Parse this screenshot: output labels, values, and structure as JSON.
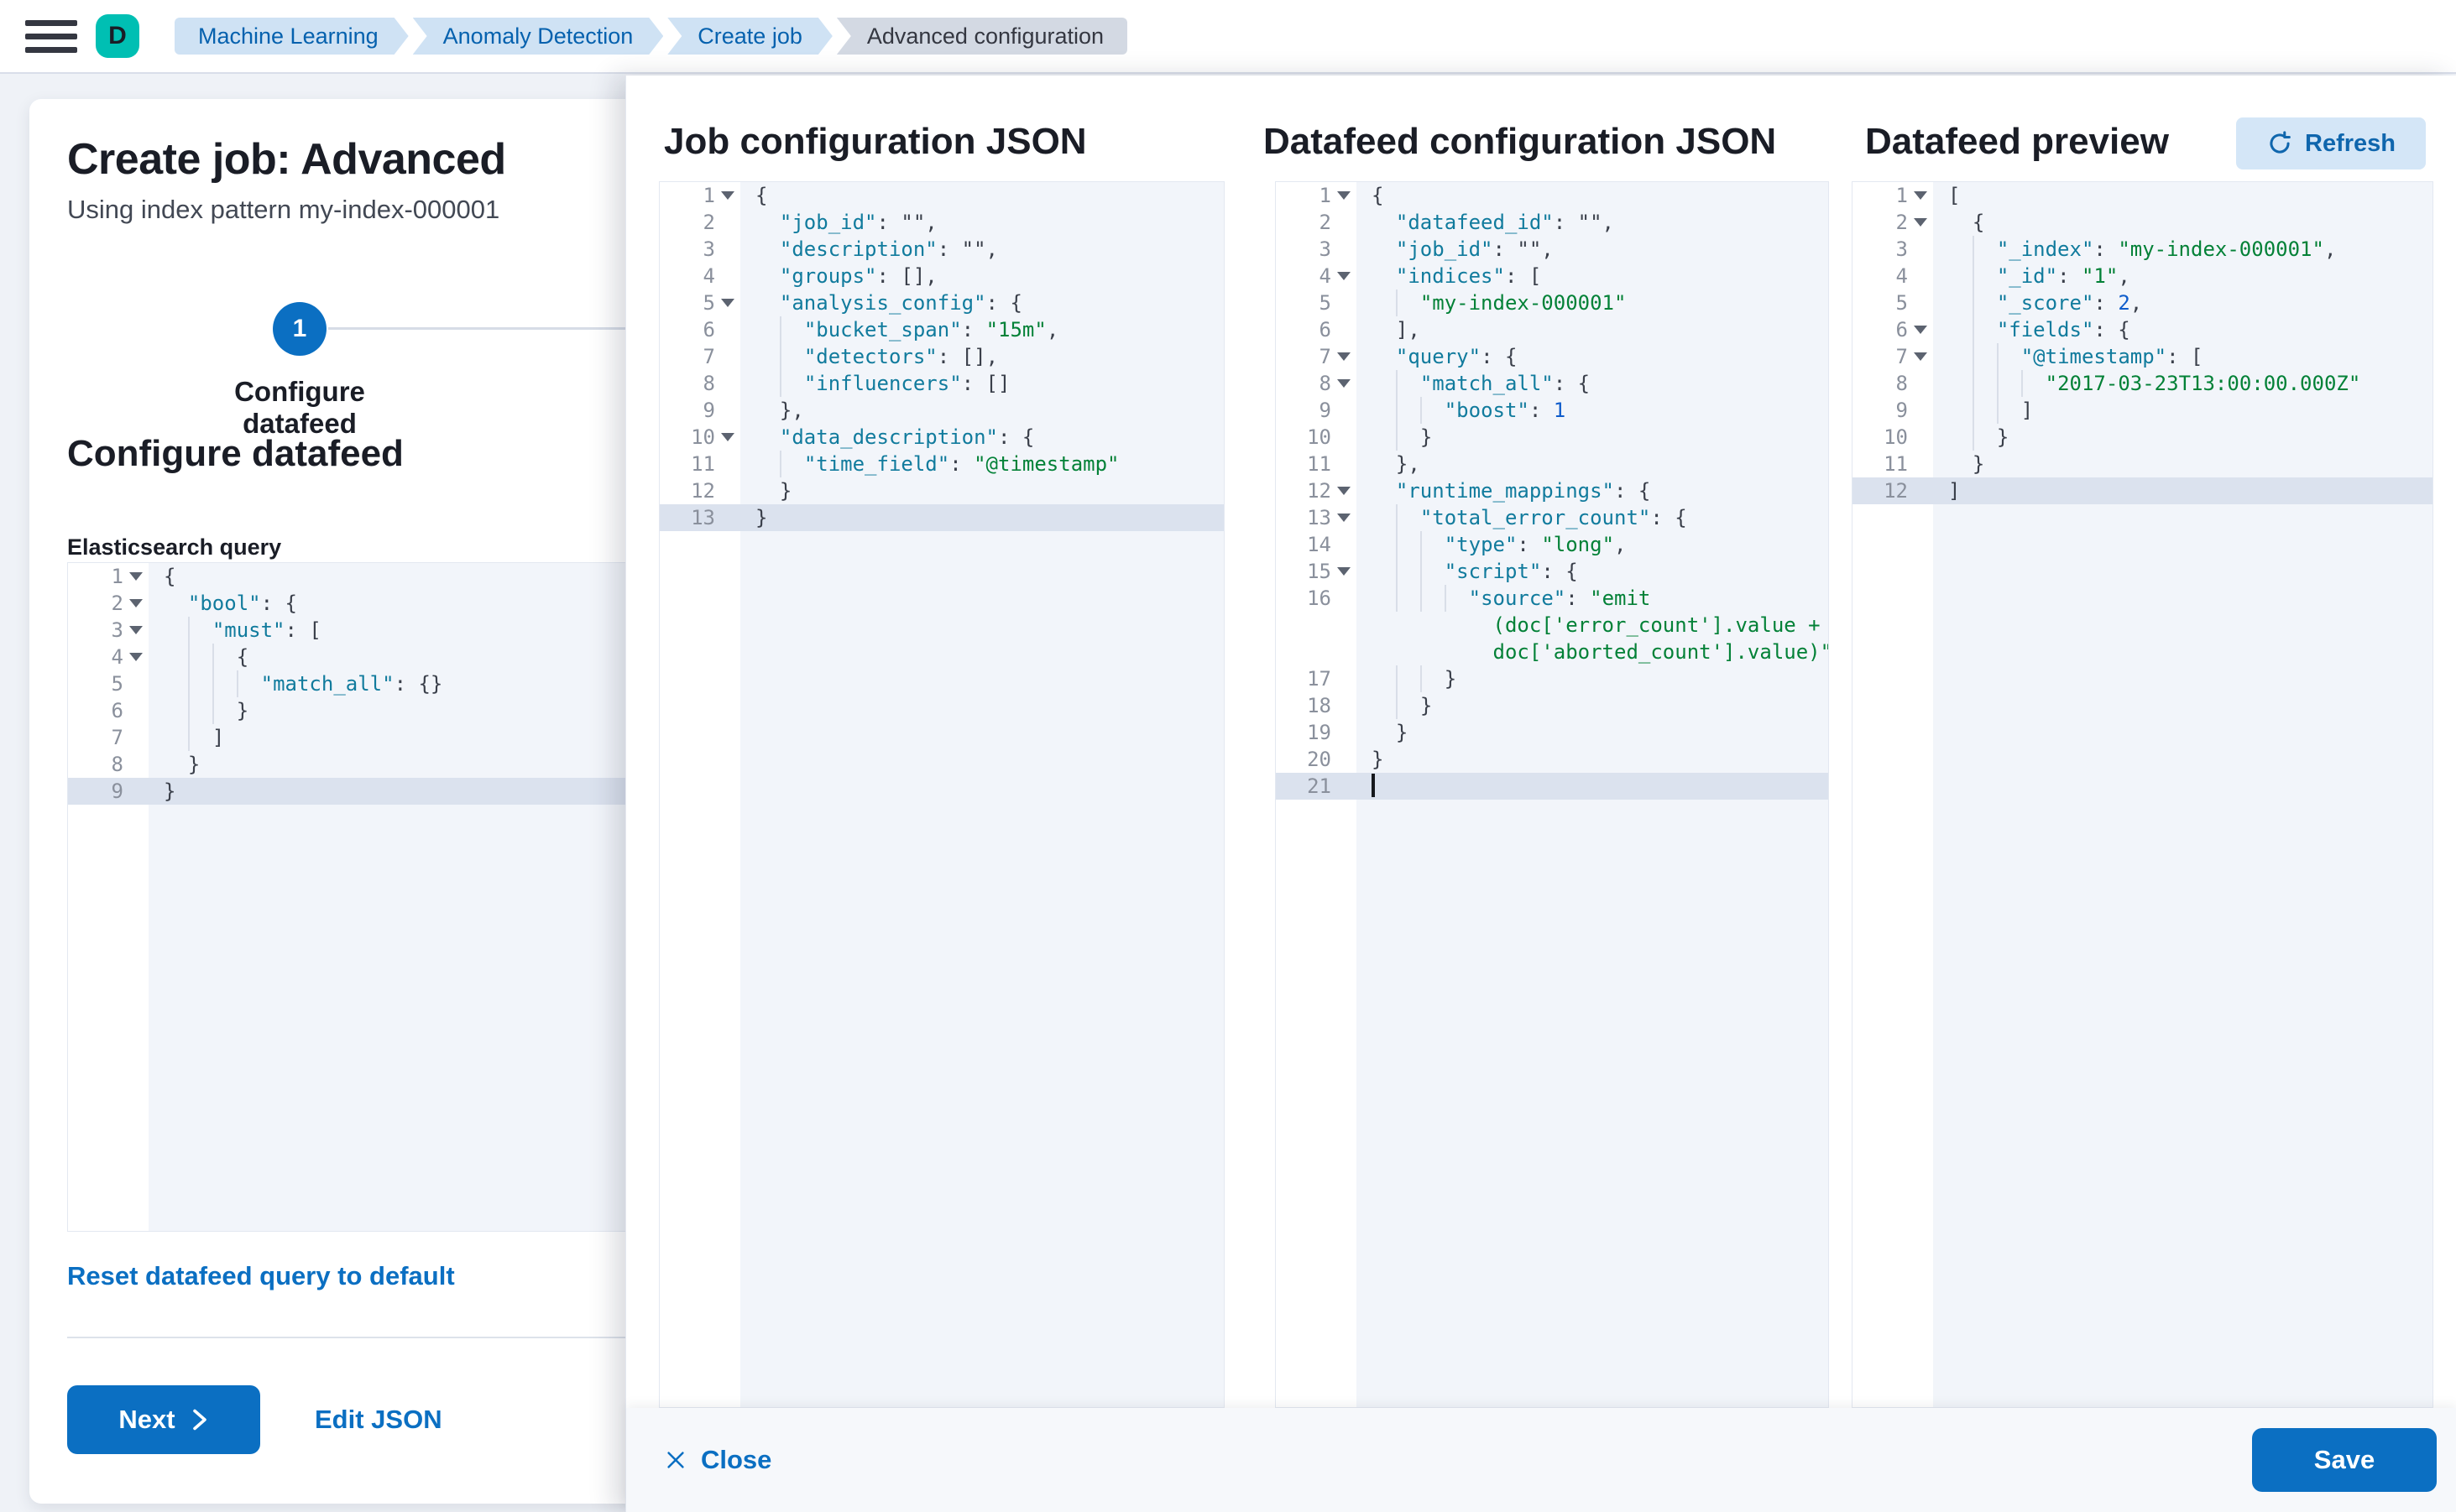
{
  "header": {
    "avatar_initial": "D",
    "breadcrumbs": [
      {
        "label": "Machine Learning"
      },
      {
        "label": "Anomaly Detection"
      },
      {
        "label": "Create job"
      },
      {
        "label": "Advanced configuration"
      }
    ]
  },
  "wizard": {
    "title": "Create job: Advanced",
    "subtitle": "Using index pattern my-index-000001",
    "step_number": "1",
    "step_label": "Configure datafeed",
    "section_heading": "Configure datafeed",
    "query_label": "Elasticsearch query",
    "reset_link": "Reset datafeed query to default",
    "next_label": "Next",
    "edit_json_label": "Edit JSON"
  },
  "flyout": {
    "close_label": "Close",
    "save_label": "Save",
    "refresh_label": "Refresh"
  },
  "colors": {
    "primary": "#0b6fc2",
    "avatar_teal": "#00bfb3",
    "breadcrumb_blue_bg": "#cfe2f4",
    "breadcrumb_blue_text": "#0561ae",
    "breadcrumb_current_bg": "#d3d9e3",
    "code_background": "#f2f5fa",
    "active_line": "#dbe2ee",
    "json_key": "#117b9d",
    "json_string": "#038137",
    "json_number": "#0f5ccb"
  },
  "editors": {
    "es_query": {
      "rows": [
        {
          "n": 1,
          "fold": true,
          "pad": 0,
          "g": 0,
          "t": [
            [
              "p",
              "{"
            ]
          ]
        },
        {
          "n": 2,
          "fold": true,
          "pad": 2,
          "g": 0,
          "t": [
            [
              "k",
              "\"bool\""
            ],
            [
              "p",
              ": {"
            ]
          ]
        },
        {
          "n": 3,
          "fold": true,
          "pad": 2,
          "g": 1,
          "t": [
            [
              "k",
              "\"must\""
            ],
            [
              "p",
              ": ["
            ]
          ]
        },
        {
          "n": 4,
          "fold": true,
          "pad": 2,
          "g": 2,
          "t": [
            [
              "p",
              "{"
            ]
          ]
        },
        {
          "n": 5,
          "pad": 2,
          "g": 3,
          "t": [
            [
              "k",
              "\"match_all\""
            ],
            [
              "p",
              ": {}"
            ]
          ]
        },
        {
          "n": 6,
          "pad": 2,
          "g": 2,
          "t": [
            [
              "p",
              "}"
            ]
          ]
        },
        {
          "n": 7,
          "pad": 2,
          "g": 1,
          "t": [
            [
              "p",
              "]"
            ]
          ]
        },
        {
          "n": 8,
          "pad": 2,
          "g": 0,
          "t": [
            [
              "p",
              "}"
            ]
          ]
        },
        {
          "n": 9,
          "pad": 0,
          "g": 0,
          "active": true,
          "t": [
            [
              "p",
              "}"
            ]
          ]
        }
      ]
    },
    "job_config": {
      "title": "Job configuration JSON",
      "rows": [
        {
          "n": 1,
          "fold": true,
          "pad": 0,
          "g": 0,
          "t": [
            [
              "p",
              "{"
            ]
          ]
        },
        {
          "n": 2,
          "pad": 2,
          "g": 0,
          "t": [
            [
              "k",
              "\"job_id\""
            ],
            [
              "p",
              ": \"\","
            ]
          ]
        },
        {
          "n": 3,
          "pad": 2,
          "g": 0,
          "t": [
            [
              "k",
              "\"description\""
            ],
            [
              "p",
              ": \"\","
            ]
          ]
        },
        {
          "n": 4,
          "pad": 2,
          "g": 0,
          "t": [
            [
              "k",
              "\"groups\""
            ],
            [
              "p",
              ": [],"
            ]
          ]
        },
        {
          "n": 5,
          "fold": true,
          "pad": 2,
          "g": 0,
          "t": [
            [
              "k",
              "\"analysis_config\""
            ],
            [
              "p",
              ": {"
            ]
          ]
        },
        {
          "n": 6,
          "pad": 2,
          "g": 1,
          "t": [
            [
              "k",
              "\"bucket_span\""
            ],
            [
              "p",
              ": "
            ],
            [
              "s",
              "\"15m\""
            ],
            [
              "p",
              ","
            ]
          ]
        },
        {
          "n": 7,
          "pad": 2,
          "g": 1,
          "t": [
            [
              "k",
              "\"detectors\""
            ],
            [
              "p",
              ": [],"
            ]
          ]
        },
        {
          "n": 8,
          "pad": 2,
          "g": 1,
          "t": [
            [
              "k",
              "\"influencers\""
            ],
            [
              "p",
              ": []"
            ]
          ]
        },
        {
          "n": 9,
          "pad": 2,
          "g": 0,
          "t": [
            [
              "p",
              "},"
            ]
          ]
        },
        {
          "n": 10,
          "fold": true,
          "pad": 2,
          "g": 0,
          "t": [
            [
              "k",
              "\"data_description\""
            ],
            [
              "p",
              ": {"
            ]
          ]
        },
        {
          "n": 11,
          "pad": 2,
          "g": 1,
          "t": [
            [
              "k",
              "\"time_field\""
            ],
            [
              "p",
              ": "
            ],
            [
              "s",
              "\"@timestamp\""
            ]
          ]
        },
        {
          "n": 12,
          "pad": 2,
          "g": 0,
          "t": [
            [
              "p",
              "}"
            ]
          ]
        },
        {
          "n": 13,
          "pad": 0,
          "g": 0,
          "active": true,
          "t": [
            [
              "p",
              "}"
            ]
          ]
        }
      ]
    },
    "datafeed_config": {
      "title": "Datafeed configuration JSON",
      "rows": [
        {
          "n": 1,
          "fold": true,
          "pad": 0,
          "g": 0,
          "t": [
            [
              "p",
              "{"
            ]
          ]
        },
        {
          "n": 2,
          "pad": 2,
          "g": 0,
          "t": [
            [
              "k",
              "\"datafeed_id\""
            ],
            [
              "p",
              ": \"\","
            ]
          ]
        },
        {
          "n": 3,
          "pad": 2,
          "g": 0,
          "t": [
            [
              "k",
              "\"job_id\""
            ],
            [
              "p",
              ": \"\","
            ]
          ]
        },
        {
          "n": 4,
          "fold": true,
          "pad": 2,
          "g": 0,
          "t": [
            [
              "k",
              "\"indices\""
            ],
            [
              "p",
              ": ["
            ]
          ]
        },
        {
          "n": 5,
          "pad": 2,
          "g": 1,
          "t": [
            [
              "s",
              "\"my-index-000001\""
            ]
          ]
        },
        {
          "n": 6,
          "pad": 2,
          "g": 0,
          "t": [
            [
              "p",
              "],"
            ]
          ]
        },
        {
          "n": 7,
          "fold": true,
          "pad": 2,
          "g": 0,
          "t": [
            [
              "k",
              "\"query\""
            ],
            [
              "p",
              ": {"
            ]
          ]
        },
        {
          "n": 8,
          "fold": true,
          "pad": 2,
          "g": 1,
          "t": [
            [
              "k",
              "\"match_all\""
            ],
            [
              "p",
              ": {"
            ]
          ]
        },
        {
          "n": 9,
          "pad": 2,
          "g": 2,
          "t": [
            [
              "k",
              "\"boost\""
            ],
            [
              "p",
              ": "
            ],
            [
              "n2",
              "1"
            ]
          ]
        },
        {
          "n": 10,
          "pad": 2,
          "g": 1,
          "t": [
            [
              "p",
              "}"
            ]
          ]
        },
        {
          "n": 11,
          "pad": 2,
          "g": 0,
          "t": [
            [
              "p",
              "},"
            ]
          ]
        },
        {
          "n": 12,
          "fold": true,
          "pad": 2,
          "g": 0,
          "t": [
            [
              "k",
              "\"runtime_mappings\""
            ],
            [
              "p",
              ": {"
            ]
          ]
        },
        {
          "n": 13,
          "fold": true,
          "pad": 2,
          "g": 1,
          "t": [
            [
              "k",
              "\"total_error_count\""
            ],
            [
              "p",
              ": {"
            ]
          ]
        },
        {
          "n": 14,
          "pad": 2,
          "g": 2,
          "t": [
            [
              "k",
              "\"type\""
            ],
            [
              "p",
              ": "
            ],
            [
              "s",
              "\"long\""
            ],
            [
              "p",
              ","
            ]
          ]
        },
        {
          "n": 15,
          "fold": true,
          "pad": 2,
          "g": 2,
          "t": [
            [
              "k",
              "\"script\""
            ],
            [
              "p",
              ": {"
            ]
          ]
        },
        {
          "n": 16,
          "pad": 2,
          "g": 3,
          "t": [
            [
              "k",
              "\"source\""
            ],
            [
              "p",
              ": "
            ],
            [
              "s",
              "\"emit"
            ]
          ]
        },
        {
          "n": null,
          "pad": 10,
          "g": 0,
          "t": [
            [
              "s",
              "(doc['error_count'].value +"
            ]
          ]
        },
        {
          "n": null,
          "pad": 10,
          "g": 0,
          "t": [
            [
              "s",
              "doc['aborted_count'].value)\""
            ]
          ]
        },
        {
          "n": 17,
          "pad": 2,
          "g": 2,
          "t": [
            [
              "p",
              "}"
            ]
          ]
        },
        {
          "n": 18,
          "pad": 2,
          "g": 1,
          "t": [
            [
              "p",
              "}"
            ]
          ]
        },
        {
          "n": 19,
          "pad": 2,
          "g": 0,
          "t": [
            [
              "p",
              "}"
            ]
          ]
        },
        {
          "n": 20,
          "pad": 0,
          "g": 0,
          "t": [
            [
              "p",
              "}"
            ]
          ]
        },
        {
          "n": 21,
          "pad": 0,
          "g": 0,
          "active": true,
          "cursor": true,
          "t": []
        }
      ]
    },
    "datafeed_preview": {
      "title": "Datafeed preview",
      "rows": [
        {
          "n": 1,
          "fold": true,
          "pad": 0,
          "g": 0,
          "t": [
            [
              "p",
              "["
            ]
          ]
        },
        {
          "n": 2,
          "fold": true,
          "pad": 2,
          "g": 0,
          "t": [
            [
              "p",
              "{"
            ]
          ]
        },
        {
          "n": 3,
          "pad": 2,
          "g": 1,
          "t": [
            [
              "k",
              "\"_index\""
            ],
            [
              "p",
              ": "
            ],
            [
              "s",
              "\"my-index-000001\""
            ],
            [
              "p",
              ","
            ]
          ]
        },
        {
          "n": 4,
          "pad": 2,
          "g": 1,
          "t": [
            [
              "k",
              "\"_id\""
            ],
            [
              "p",
              ": "
            ],
            [
              "s",
              "\"1\""
            ],
            [
              "p",
              ","
            ]
          ]
        },
        {
          "n": 5,
          "pad": 2,
          "g": 1,
          "t": [
            [
              "k",
              "\"_score\""
            ],
            [
              "p",
              ": "
            ],
            [
              "n2",
              "2"
            ],
            [
              "p",
              ","
            ]
          ]
        },
        {
          "n": 6,
          "fold": true,
          "pad": 2,
          "g": 1,
          "t": [
            [
              "k",
              "\"fields\""
            ],
            [
              "p",
              ": {"
            ]
          ]
        },
        {
          "n": 7,
          "fold": true,
          "pad": 2,
          "g": 2,
          "t": [
            [
              "k",
              "\"@timestamp\""
            ],
            [
              "p",
              ": ["
            ]
          ]
        },
        {
          "n": 8,
          "pad": 2,
          "g": 3,
          "t": [
            [
              "s",
              "\"2017-03-23T13:00:00.000Z\""
            ]
          ]
        },
        {
          "n": 9,
          "pad": 2,
          "g": 2,
          "t": [
            [
              "p",
              "]"
            ]
          ]
        },
        {
          "n": 10,
          "pad": 2,
          "g": 1,
          "t": [
            [
              "p",
              "}"
            ]
          ]
        },
        {
          "n": 11,
          "pad": 2,
          "g": 0,
          "t": [
            [
              "p",
              "}"
            ]
          ]
        },
        {
          "n": 12,
          "pad": 0,
          "g": 0,
          "active": true,
          "t": [
            [
              "p",
              "]"
            ]
          ]
        }
      ]
    }
  }
}
